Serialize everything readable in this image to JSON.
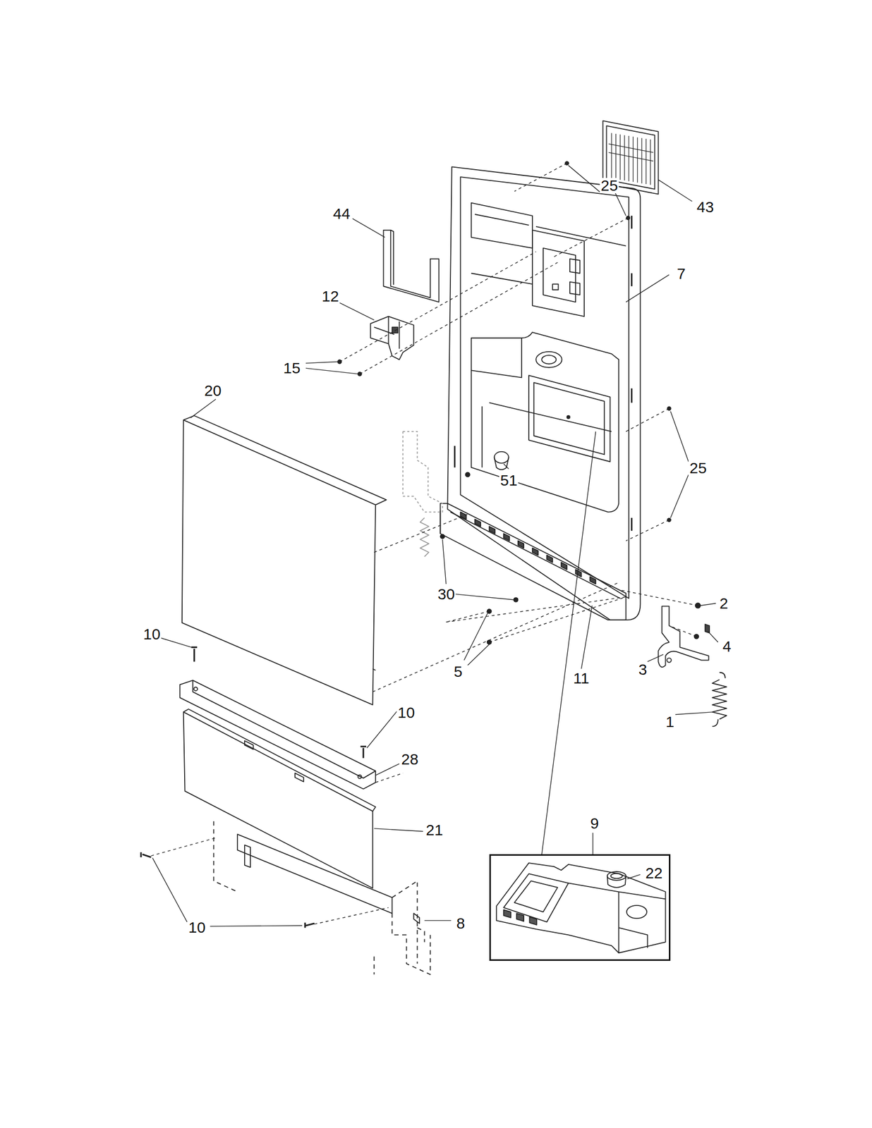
{
  "diagram": {
    "nodes": [
      {
        "text": [
          "9",
          "22"
        ]
      }
    ],
    "labels": [
      "25",
      "43",
      "44",
      "7",
      "12",
      "15",
      "20",
      "25",
      "51",
      "30",
      "2",
      "10",
      "4",
      "3",
      "5",
      "11",
      "10",
      "1",
      "28",
      "21",
      "8",
      "10"
    ]
  }
}
